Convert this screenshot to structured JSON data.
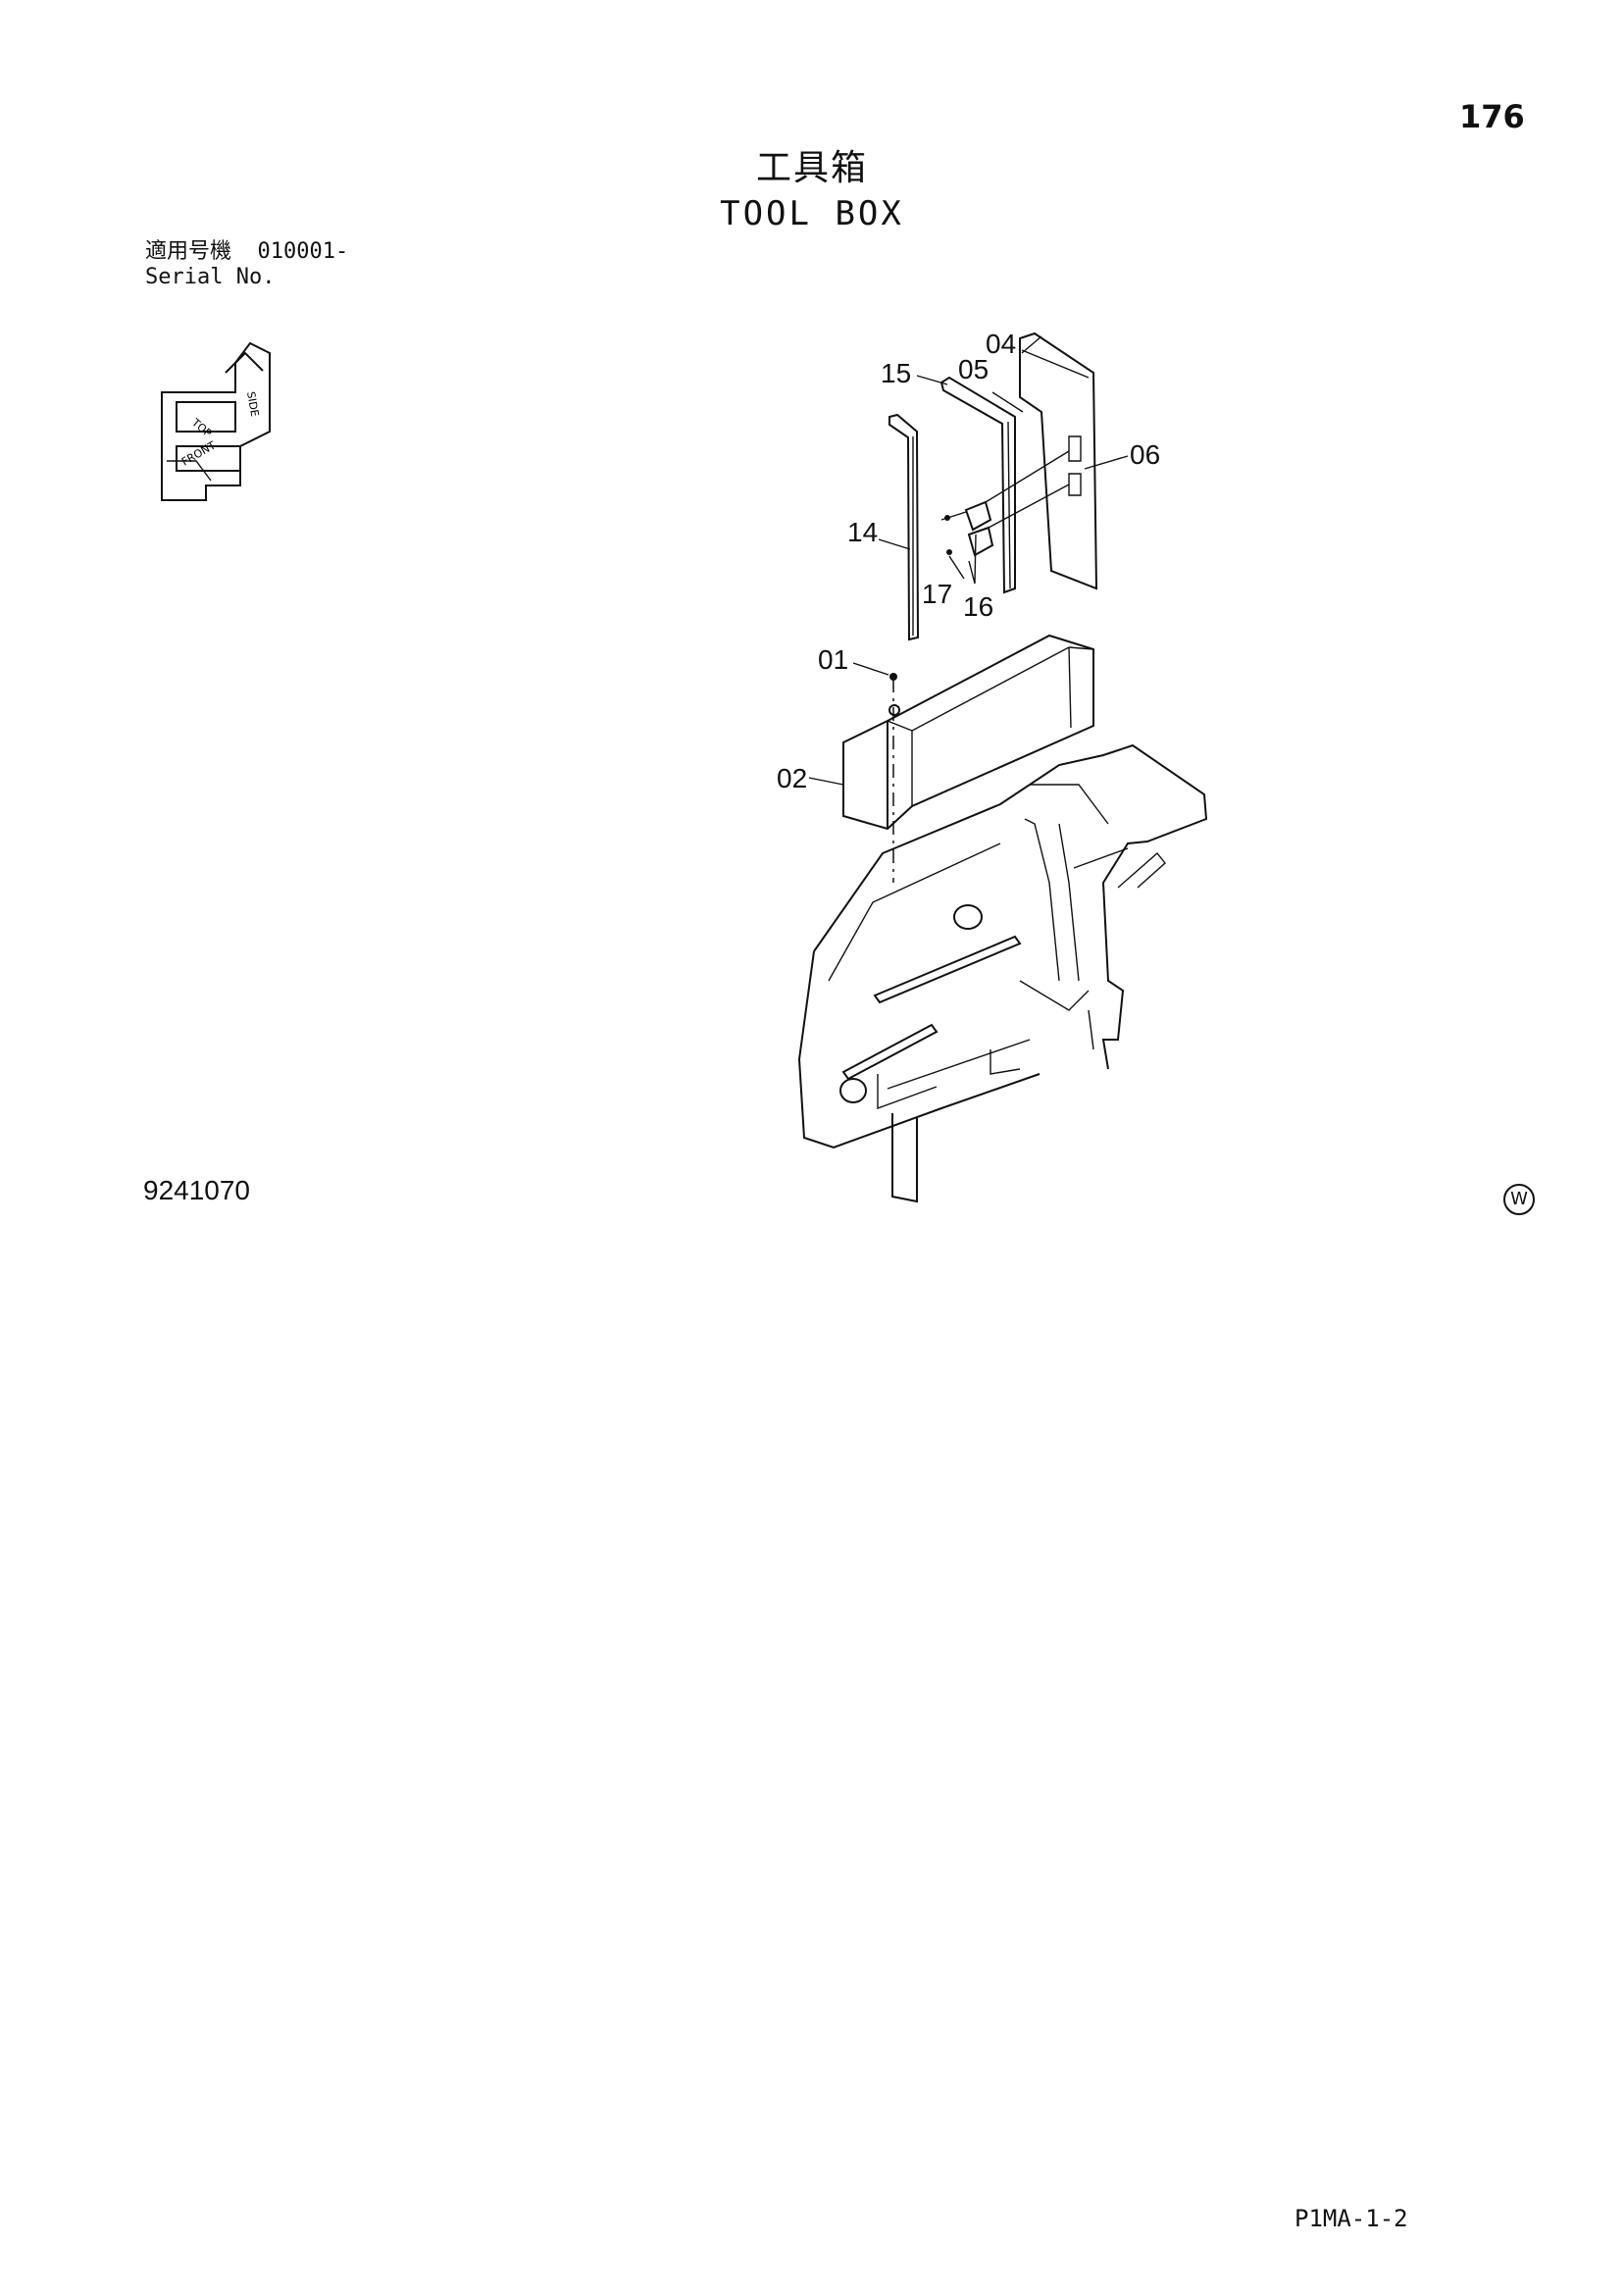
{
  "page_number": "176",
  "title": {
    "japanese": "工具箱",
    "english": "TOOL BOX"
  },
  "serial": {
    "label_jp": "適用号機",
    "value": "010001-",
    "label_en": "Serial No."
  },
  "orientation_icon": {
    "labels": [
      "TOP",
      "FRONT",
      "SIDE"
    ]
  },
  "callouts": {
    "c04": "04",
    "c15": "15",
    "c05": "05",
    "c06": "06",
    "c14": "14",
    "c17": "17",
    "c16": "16",
    "c01": "01",
    "c02": "02"
  },
  "doc_code": "9241070",
  "w_mark": "W",
  "footer_code": "P1MA-1-2"
}
